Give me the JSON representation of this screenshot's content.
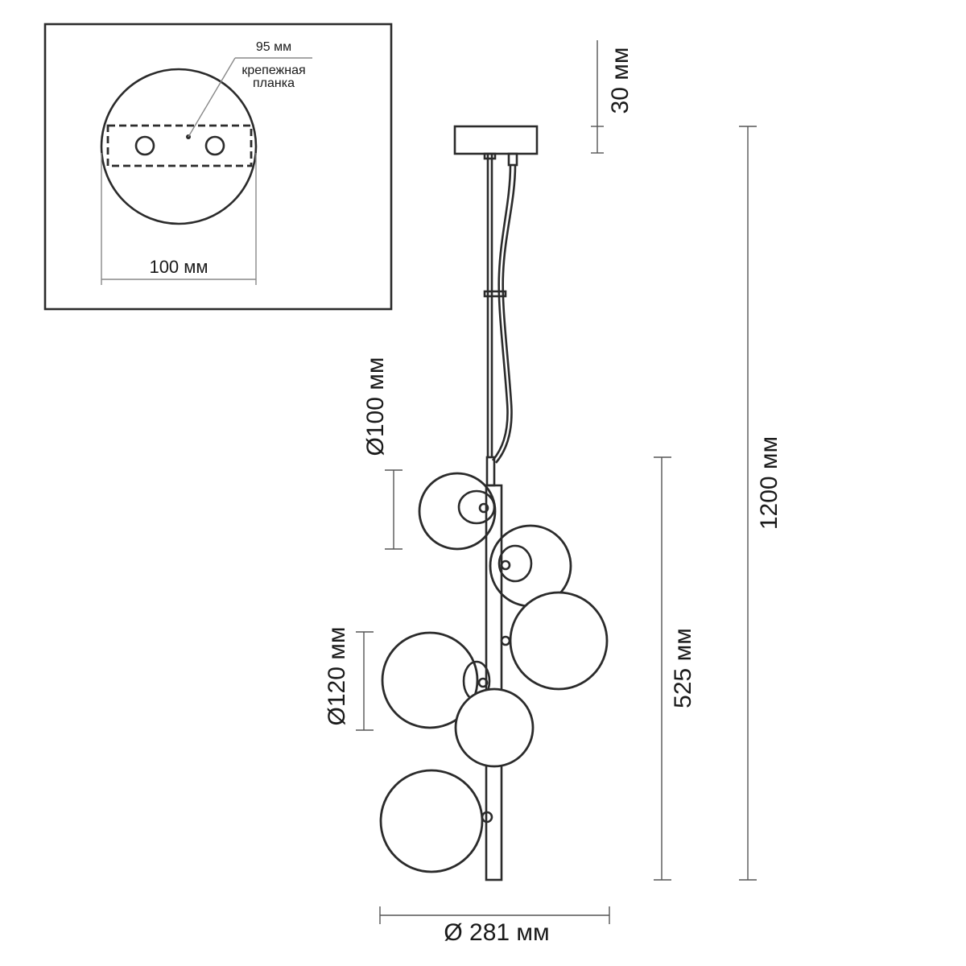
{
  "inset": {
    "bracket_width_label": "95 мм",
    "bracket_name_line1": "крепежная",
    "bracket_name_line2": "планка",
    "canopy_diameter_label": "100 мм"
  },
  "dimensions": {
    "canopy_height": "30 мм",
    "total_height": "1200 мм",
    "body_height": "525 мм",
    "small_globe_diameter": "Ø100 мм",
    "large_globe_diameter": "Ø120 мм",
    "overall_diameter": "Ø 281 мм"
  }
}
